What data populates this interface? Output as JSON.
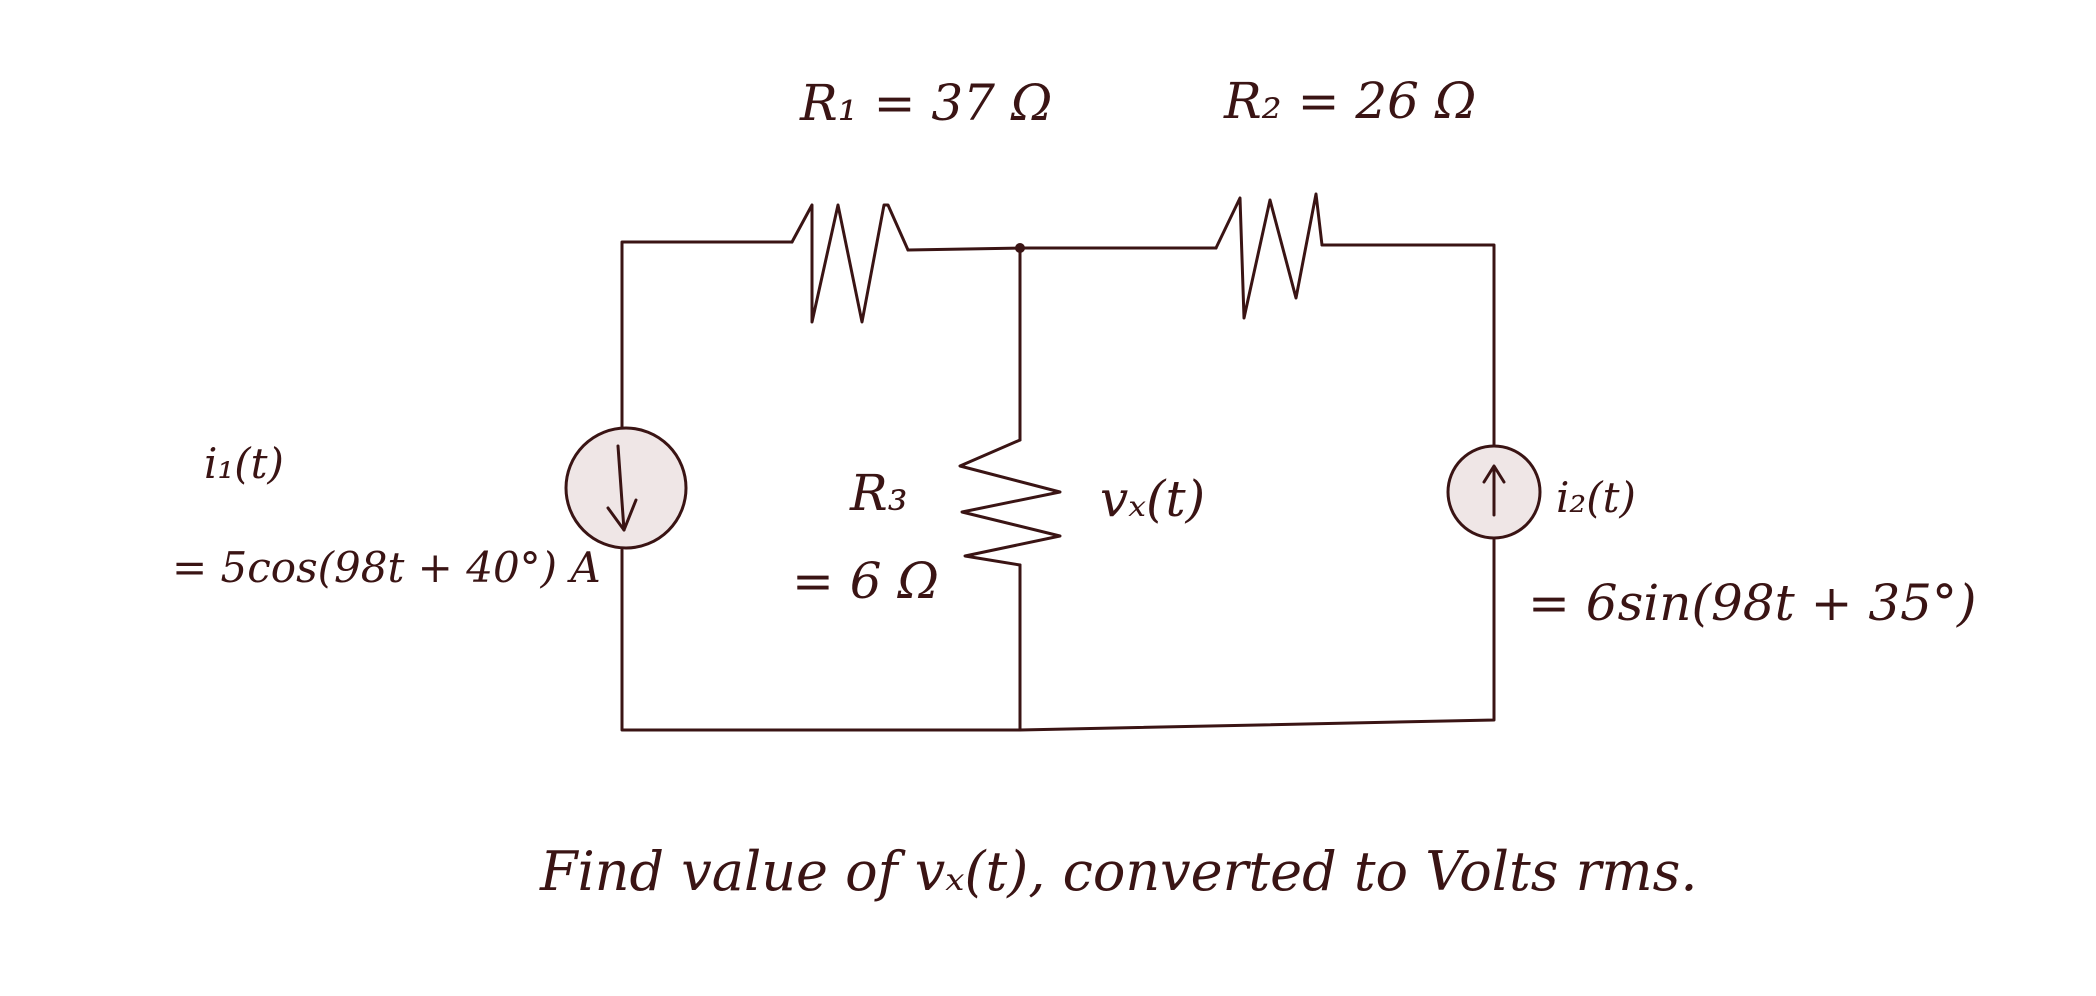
{
  "labels": {
    "r1": "R₁ = 37 Ω",
    "r2": "R₂ = 26 Ω",
    "r3_name": "R₃",
    "r3_value": "= 6 Ω",
    "vx": "vₓ(t)",
    "i1_name": "i₁(t)",
    "i1_value": "= 5cos(98t + 40°) A",
    "i2_name": "i₂(t)",
    "i2_value": "= 6sin(98t + 35°)"
  },
  "question": "Find value of vₓ(t), converted to Volts rms.",
  "icons": {
    "source1_arrow": "arrow-down-icon",
    "source2_arrow": "arrow-up-icon"
  },
  "colors": {
    "ink": "#3a1414",
    "source_fill": "#efe6e6",
    "background": "#ffffff"
  }
}
